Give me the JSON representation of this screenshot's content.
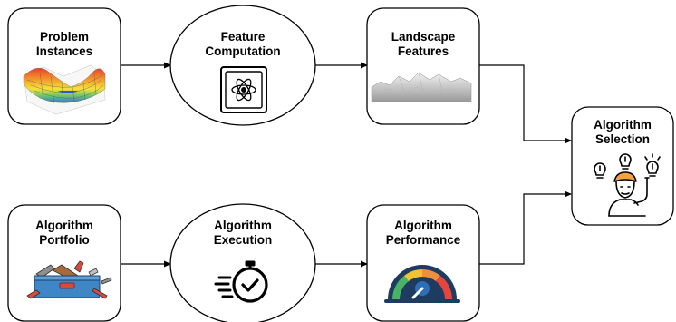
{
  "nodes": {
    "problem_instances": {
      "line1": "Problem",
      "line2": "Instances",
      "icon": "3d-surface-plot-icon"
    },
    "feature_computation": {
      "line1": "Feature",
      "line2": "Computation",
      "icon": "atom-chip-icon"
    },
    "landscape_features": {
      "line1": "Landscape",
      "line2": "Features",
      "icon": "terrain-landscape-icon"
    },
    "algorithm_selection": {
      "line1": "Algorithm",
      "line2": "Selection",
      "icon": "thinking-person-lightbulbs-icon"
    },
    "algorithm_portfolio": {
      "line1": "Algorithm",
      "line2": "Portfolio",
      "icon": "toolbox-icon"
    },
    "algorithm_execution": {
      "line1": "Algorithm",
      "line2": "Execution",
      "icon": "stopwatch-check-icon"
    },
    "algorithm_performance": {
      "line1": "Algorithm",
      "line2": "Performance",
      "icon": "speedometer-gauge-icon"
    }
  },
  "colors": {
    "stroke": "#000000",
    "background": "#ffffff",
    "surface_high": "#e8402a",
    "surface_mid": "#f4d33c",
    "surface_low": "#2c7ad8",
    "gauge_green": "#49b267",
    "gauge_yellow": "#f2c230",
    "gauge_red": "#e5453a",
    "gauge_center": "#2d6fb7",
    "toolbox_blue": "#3f86c7",
    "toolbox_red": "#d94a3d",
    "hair_orange": "#f2a53a"
  }
}
